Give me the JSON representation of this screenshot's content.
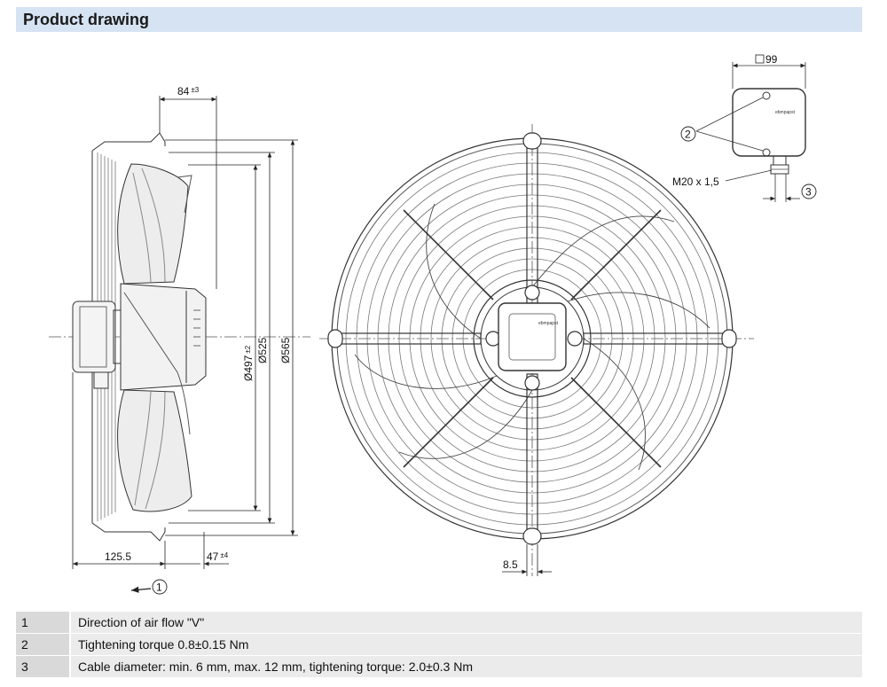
{
  "header": {
    "title": "Product drawing"
  },
  "dimensions": {
    "depth": "84",
    "depth_tol": "±3",
    "d497": "Ø497",
    "d497_tol": "±2",
    "d525": "Ø525",
    "d565": "Ø565",
    "offset_left": "125.5",
    "offset_right": "47",
    "offset_right_tol": "±4",
    "box_size": "99",
    "thread": "M20 x 1,5",
    "slot": "8.5"
  },
  "callouts": {
    "c1": "1",
    "c2": "2",
    "c3": "3"
  },
  "brand_mark": "ebmpapst",
  "legend": [
    {
      "num": "1",
      "text": "Direction of air flow \"V\""
    },
    {
      "num": "2",
      "text": "Tightening torque 0.8±0.15 Nm"
    },
    {
      "num": "3",
      "text": "Cable diameter: min. 6 mm, max. 12 mm, tightening torque: 2.0±0.3 Nm"
    }
  ]
}
